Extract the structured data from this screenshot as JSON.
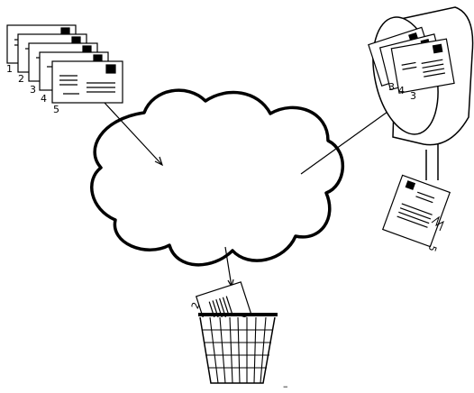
{
  "sent_stack": {
    "labels": [
      "1",
      "2",
      "3",
      "4",
      "5"
    ]
  },
  "mailbox": {
    "labels": [
      "3",
      "4",
      "3"
    ]
  },
  "fallen_letter": {
    "label": "5"
  },
  "trash_letter": {
    "label": "2"
  },
  "bin_mark": {
    "label": "–"
  }
}
